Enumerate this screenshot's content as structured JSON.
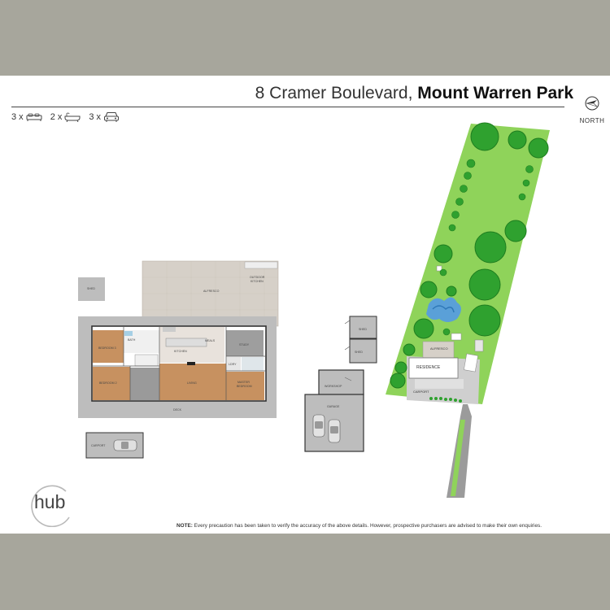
{
  "title": {
    "street": "8 Cramer Boulevard,",
    "suburb": "Mount Warren Park"
  },
  "compass": {
    "label": "NORTH"
  },
  "features": [
    {
      "count": "3 x",
      "icon": "bed-icon"
    },
    {
      "count": "2 x",
      "icon": "bath-icon"
    },
    {
      "count": "3 x",
      "icon": "car-icon"
    }
  ],
  "floorplan": {
    "shed": "SHED",
    "alfresco": "ALFRESCO",
    "outdoor_kitchen_1": "OUTDOOR",
    "outdoor_kitchen_2": "KITCHEN",
    "bedroom_3": "BEDROOM 3",
    "bath": "BATH",
    "kitchen": "KITCHEN",
    "meals": "MEALS",
    "study": "STUDY",
    "bedroom_2": "BEDROOM 2",
    "laundry": "LDRY",
    "living": "LIVING",
    "master_1": "MASTER",
    "master_2": "BEDROOM",
    "deck": "DECK",
    "carport": "CARPORT"
  },
  "outbuildings": {
    "shed_a": "SHED",
    "shed_b": "SHED",
    "workshop": "WORKSHOP",
    "garage": "GARAGE"
  },
  "siteplan": {
    "alfresco": "ALFRESCO",
    "residence": "RESIDENCE",
    "carport": "CARPORT"
  },
  "brand": {
    "logo": "hub"
  },
  "note": {
    "label": "NOTE:",
    "text": " Every precaution has been taken to verify the accuracy of the above details. However, prospective purchasers are advised to make their own enquiries."
  },
  "colors": {
    "band": "#a7a69c",
    "lawn": "#8fd35a",
    "tree": "#2fa12f",
    "floor": "#c79160",
    "concrete": "#bdbdbd",
    "water": "#5aa0d8"
  }
}
